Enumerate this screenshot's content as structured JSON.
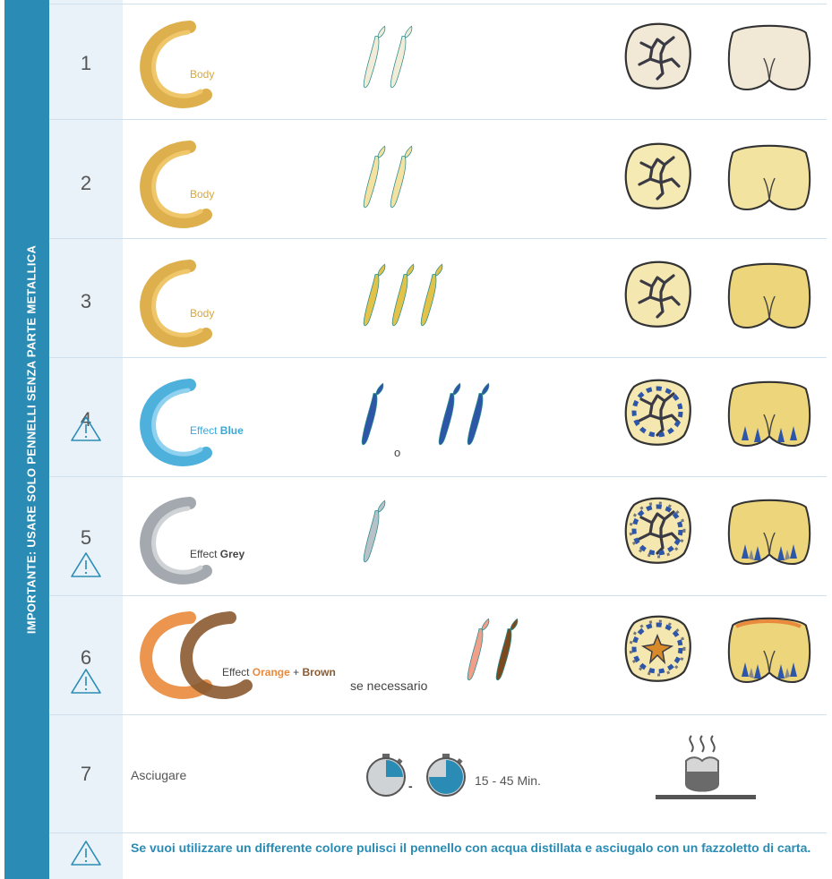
{
  "sidebar": {
    "text": "IMPORTANTE: USARE SOLO PENNELLI SENZA PARTE METALLICA"
  },
  "colors": {
    "sidebar": "#2a8cb4",
    "number_column": "#e9f2f9",
    "body_gold": "#d9a73a",
    "effect_blue": "#3aa9d8",
    "brush_blue": "#2e56a8",
    "effect_grey": "#9aa0a6",
    "effect_orange": "#e98a3c",
    "effect_brown": "#8a5a30",
    "tooth_cream": "#f1e9d6",
    "tooth_yellow": "#f3e3a0"
  },
  "steps": [
    {
      "number": "1",
      "label": "Body",
      "warning": false
    },
    {
      "number": "2",
      "label": "Body",
      "warning": false
    },
    {
      "number": "3",
      "label": "Body",
      "warning": false
    },
    {
      "number": "4",
      "label_prefix": "Effect ",
      "label_main": "Blue",
      "warning": true,
      "brush_connector": "o"
    },
    {
      "number": "5",
      "label_prefix": "Effect ",
      "label_main": "Grey",
      "warning": true
    },
    {
      "number": "6",
      "label_prefix": "Effect ",
      "label_orange": "Orange",
      "label_plus": " + ",
      "label_brown": "Brown",
      "warning": true,
      "brush_note": "se necessario"
    },
    {
      "number": "7",
      "label": "Asciugare",
      "timer_separator": "-",
      "timer_text": "15 - 45 Min."
    }
  ],
  "footer": {
    "text": "Se vuoi utilizzare un differente colore pulisci il pennello con acqua distillata e asciugalo con un fazzoletto di carta."
  }
}
